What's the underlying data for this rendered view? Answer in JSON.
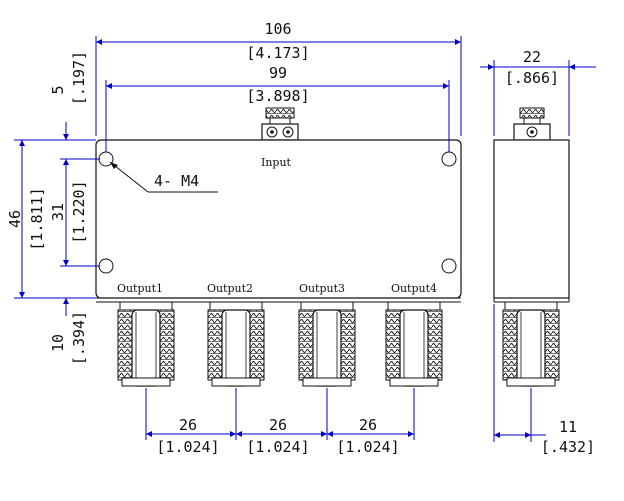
{
  "front_view": {
    "input_label": "Input",
    "output_labels": [
      "Output1",
      "Output2",
      "Output3",
      "Output4"
    ],
    "callout": "4- M4",
    "dims": {
      "overall_width": {
        "mm": "106",
        "in": "[4.173]"
      },
      "hole_spacing_width": {
        "mm": "99",
        "in": "[3.898]"
      },
      "top_offset": {
        "mm": "5",
        "in": "[.197]"
      },
      "overall_height": {
        "mm": "46",
        "in": "[1.811]"
      },
      "hole_spacing_height": {
        "mm": "31",
        "in": "[1.220]"
      },
      "bottom_offset": {
        "mm": "10",
        "in": "[.394]"
      },
      "output_pitch": [
        {
          "mm": "26",
          "in": "[1.024]"
        },
        {
          "mm": "26",
          "in": "[1.024]"
        },
        {
          "mm": "26",
          "in": "[1.024]"
        }
      ]
    }
  },
  "side_view": {
    "dims": {
      "depth": {
        "mm": "22",
        "in": "[.866]"
      },
      "connector_offset": {
        "mm": "11",
        "in": "[.432]"
      }
    }
  },
  "colors": {
    "dimension_line": "#0000c8",
    "outline": "#111111"
  }
}
